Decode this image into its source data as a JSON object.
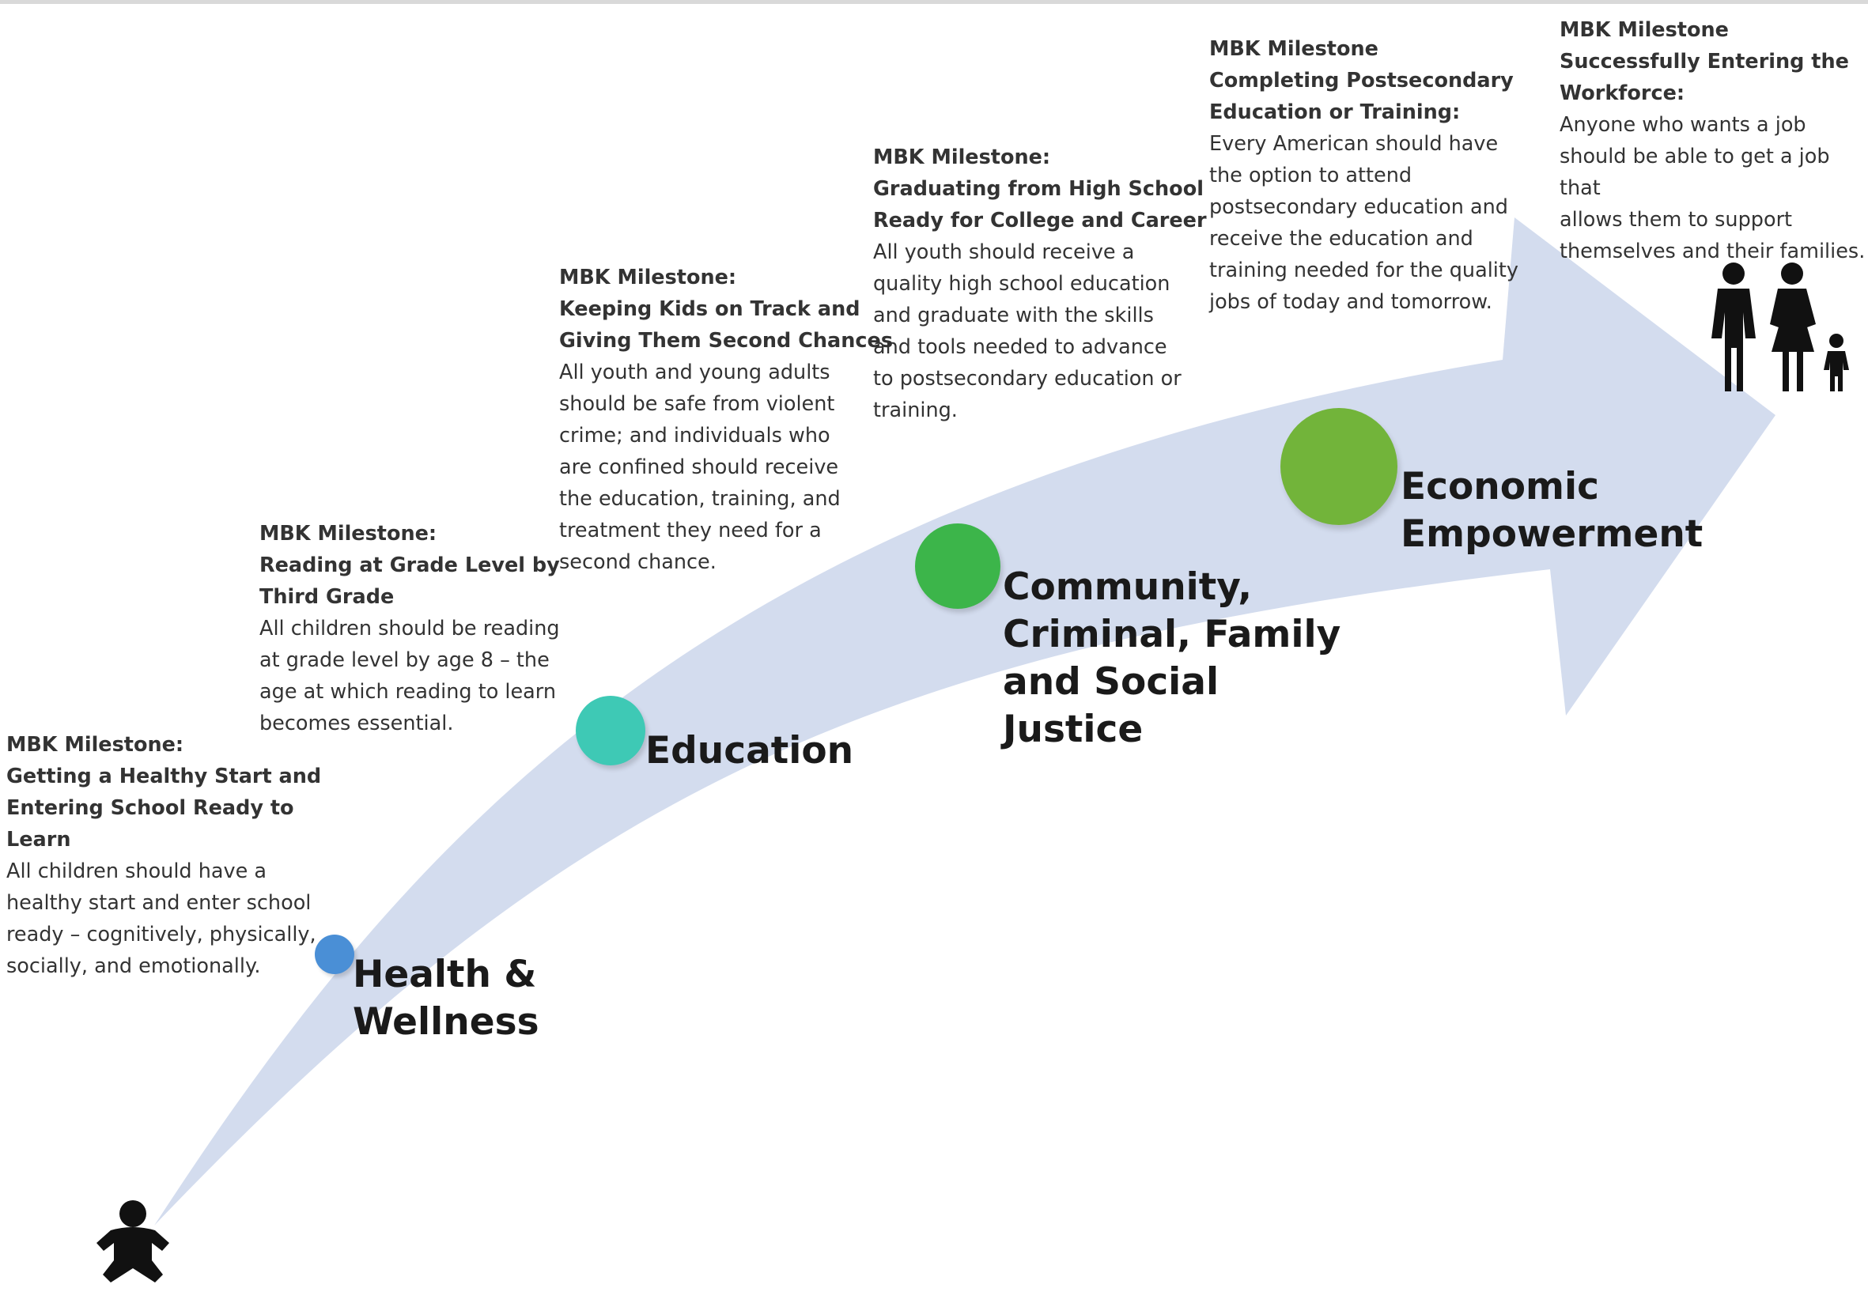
{
  "milestones": [
    {
      "head": "MBK Milestone:",
      "title": "Getting a Healthy Start and\nEntering School Ready to\nLearn",
      "desc": "All children should have a\nhealthy start and enter school\nready – cognitively, physically,\nsocially, and emotionally."
    },
    {
      "head": "MBK Milestone:",
      "title": "Reading at Grade Level by\nThird Grade",
      "desc": "All children should be reading\nat grade level by age 8 – the\nage at which reading to learn\nbecomes essential."
    },
    {
      "head": "MBK Milestone:",
      "title": "Keeping Kids on Track and\nGiving Them Second Chances",
      "desc": "All youth and young adults\nshould be safe from violent\ncrime; and individuals who\nare confined should receive\nthe education, training, and\ntreatment they need for a\nsecond chance."
    },
    {
      "head": "MBK Milestone:",
      "title": "Graduating from High School\nReady for College and Career",
      "desc": "All youth should receive a\nquality high school education\nand graduate with the skills\nand tools needed to advance\nto postsecondary education or\ntraining."
    },
    {
      "head": "MBK Milestone",
      "title": "Completing Postsecondary\nEducation or Training:",
      "desc": "Every American should have\nthe option to attend\npostsecondary education and\nreceive the education and\ntraining needed for the quality\njobs of today and tomorrow."
    },
    {
      "head": "MBK Milestone",
      "title": "Successfully Entering the\nWorkforce:",
      "desc": "Anyone who wants a job\nshould be able to get a job that\nallows them to support\nthemselves and their families."
    }
  ],
  "stages": [
    {
      "label": "Health &\nWellness",
      "color": "#4a8fd6"
    },
    {
      "label": "Education",
      "color": "#3ec9b5"
    },
    {
      "label": "Community,\nCriminal, Family\nand Social\nJustice",
      "color": "#3cb54a"
    },
    {
      "label": "Economic\nEmpowerment",
      "color": "#72b43a"
    }
  ],
  "colors": {
    "arrow": "#d3dcee",
    "icon": "#111111"
  },
  "icons": {
    "start": "baby-icon",
    "end": "family-icon"
  }
}
